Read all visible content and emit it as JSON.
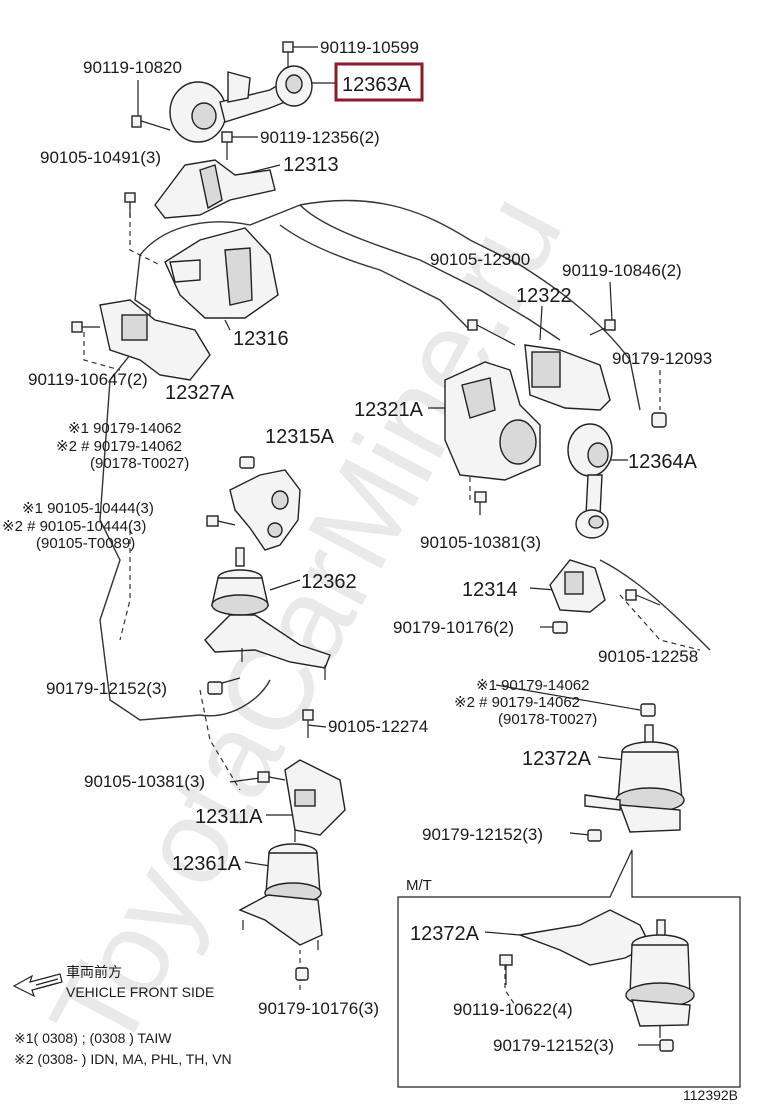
{
  "watermark": "ToyotaCarMine.ru",
  "diagram_id": "112392B",
  "highlighted_part": "12363A",
  "highlight_color": "#8b1a2b",
  "labels": {
    "p_90119_10599": "90119-10599",
    "p_90119_10820": "90119-10820",
    "p_12363A": "12363A",
    "p_90119_12356": "90119-12356(2)",
    "p_90105_10491": "90105-10491(3)",
    "p_12313": "12313",
    "p_90105_12300": "90105-12300",
    "p_90119_10846": "90119-10846(2)",
    "p_12322": "12322",
    "p_12316": "12316",
    "p_90179_12093": "90179-12093",
    "p_90119_10647": "90119-10647(2)",
    "p_12327A": "12327A",
    "p_12321A": "12321A",
    "p_12364A": "12364A",
    "p_g1_a": "※1 90179-14062",
    "p_g1_b": "※2 # 90179-14062",
    "p_g1_c": "(90178-T0027)",
    "p_12315A": "12315A",
    "p_g2_a": "※1 90105-10444(3)",
    "p_g2_b": "※2 # 90105-10444(3)",
    "p_g2_c": "(90105-T0089)",
    "p_90105_10381_r": "90105-10381(3)",
    "p_12314": "12314",
    "p_12362": "12362",
    "p_90179_10176_r": "90179-10176(2)",
    "p_90105_12258": "90105-12258",
    "p_90179_12152_l": "90179-12152(3)",
    "p_g3_a": "※1 90179-14062",
    "p_g3_b": "※2 # 90179-14062",
    "p_g3_c": "(90178-T0027)",
    "p_90105_12274": "90105-12274",
    "p_12372A": "12372A",
    "p_90105_10381_l": "90105-10381(3)",
    "p_12311A": "12311A",
    "p_90179_12152_r": "90179-12152(3)",
    "p_12361A": "12361A",
    "mt": "M/T",
    "p_12372A_mt": "12372A",
    "p_90119_10622": "90119-10622(4)",
    "p_90179_12152_mt": "90179-12152(3)",
    "p_90179_10176_b": "90179-10176(3)",
    "front_jp": "車両前方",
    "front_en": "VEHICLE FRONT SIDE"
  },
  "notes": [
    "※1(        0308) ; (0308        ) TAIW",
    "※2 (0308-        ) IDN, MA, PHL, TH, VN"
  ]
}
